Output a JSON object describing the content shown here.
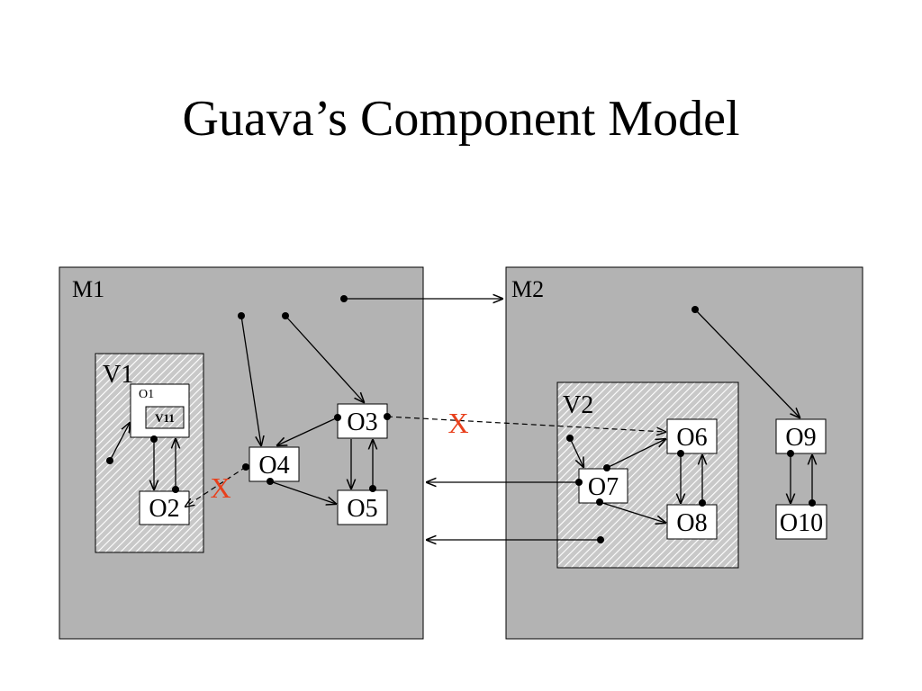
{
  "title": "Guava’s Component Model",
  "modules": [
    {
      "id": "M1",
      "label": "M1"
    },
    {
      "id": "M2",
      "label": "M2"
    }
  ],
  "views": [
    {
      "id": "V1",
      "label": "V1"
    },
    {
      "id": "V11",
      "label": "V11"
    },
    {
      "id": "V2",
      "label": "V2"
    }
  ],
  "objects": [
    {
      "id": "O1",
      "label": "O1"
    },
    {
      "id": "O2",
      "label": "O2"
    },
    {
      "id": "O3",
      "label": "O3"
    },
    {
      "id": "O4",
      "label": "O4"
    },
    {
      "id": "O5",
      "label": "O5"
    },
    {
      "id": "O6",
      "label": "O6"
    },
    {
      "id": "O7",
      "label": "O7"
    },
    {
      "id": "O8",
      "label": "O8"
    },
    {
      "id": "O9",
      "label": "O9"
    },
    {
      "id": "O10",
      "label": "O10"
    }
  ],
  "forbidden_marks": [
    {
      "label": "X"
    },
    {
      "label": "X"
    }
  ],
  "colors": {
    "module_fill": "#b3b3b3",
    "view_fill": "#c8c8c8",
    "view_hatch": "#ffffff",
    "object_fill": "#ffffff",
    "forbidden": "#e8401c"
  }
}
